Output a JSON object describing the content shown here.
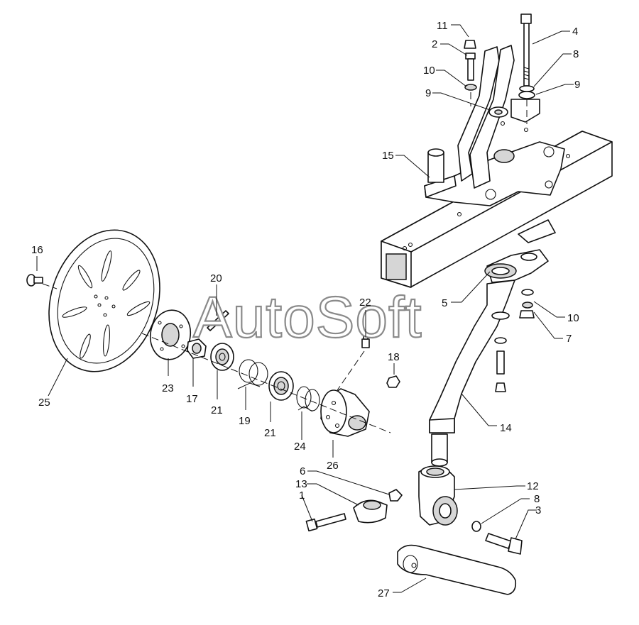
{
  "watermark": "AutoSoft",
  "callouts": [
    {
      "id": "c11",
      "label": "11"
    },
    {
      "id": "c2",
      "label": "2"
    },
    {
      "id": "c10a",
      "label": "10"
    },
    {
      "id": "c9a",
      "label": "9"
    },
    {
      "id": "c4",
      "label": "4"
    },
    {
      "id": "c8a",
      "label": "8"
    },
    {
      "id": "c9b",
      "label": "9"
    },
    {
      "id": "c15",
      "label": "15"
    },
    {
      "id": "c16",
      "label": "16"
    },
    {
      "id": "c20",
      "label": "20"
    },
    {
      "id": "c5",
      "label": "5"
    },
    {
      "id": "c10b",
      "label": "10"
    },
    {
      "id": "c7",
      "label": "7"
    },
    {
      "id": "c22",
      "label": "22"
    },
    {
      "id": "c18",
      "label": "18"
    },
    {
      "id": "c25",
      "label": "25"
    },
    {
      "id": "c23",
      "label": "23"
    },
    {
      "id": "c17",
      "label": "17"
    },
    {
      "id": "c21a",
      "label": "21"
    },
    {
      "id": "c19",
      "label": "19"
    },
    {
      "id": "c21b",
      "label": "21"
    },
    {
      "id": "c24",
      "label": "24"
    },
    {
      "id": "c26",
      "label": "26"
    },
    {
      "id": "c14",
      "label": "14"
    },
    {
      "id": "c6",
      "label": "6"
    },
    {
      "id": "c13",
      "label": "13"
    },
    {
      "id": "c1",
      "label": "1"
    },
    {
      "id": "c12",
      "label": "12"
    },
    {
      "id": "c8b",
      "label": "8"
    },
    {
      "id": "c3",
      "label": "3"
    },
    {
      "id": "c27",
      "label": "27"
    }
  ]
}
